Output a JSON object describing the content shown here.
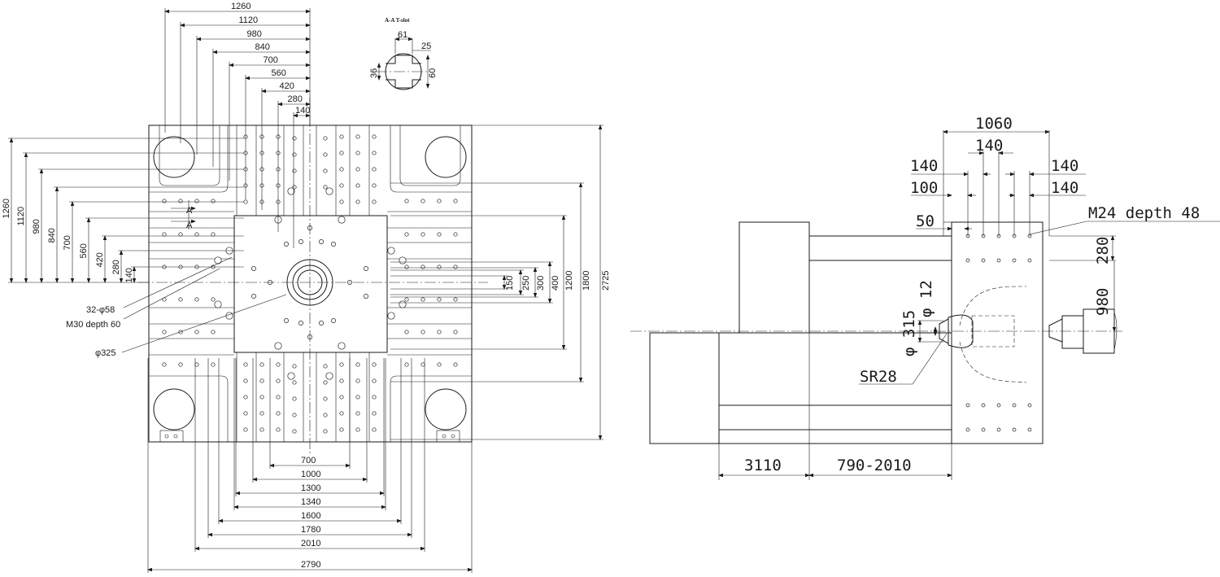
{
  "platen_view": {
    "top_dims": [
      "1260",
      "1120",
      "980",
      "840",
      "700",
      "560",
      "420",
      "280",
      "140"
    ],
    "left_dims": [
      "1260",
      "1120",
      "980",
      "840",
      "700",
      "560",
      "420",
      "280",
      "140"
    ],
    "right_dims": [
      "150",
      "250",
      "300",
      "400",
      "1200",
      "1800",
      "2725"
    ],
    "bottom_dims": [
      "700",
      "1000",
      "1300",
      "1340",
      "1600",
      "1780",
      "2010",
      "2790"
    ],
    "callouts": {
      "holes": "32-φ58",
      "thread": "M30 depth 60",
      "ring": "φ325"
    },
    "section_marker": "A"
  },
  "tslot_detail": {
    "title": "A-A  T-slot",
    "width_top": "61",
    "width_slot": "25",
    "depth": "36",
    "height": "60"
  },
  "side_view": {
    "dims": {
      "overall": "1060",
      "pitch_top_center": "140",
      "pitch_left": "140",
      "pitch_right": "140",
      "offset_left": "100",
      "pitch_right_2": "140",
      "edge": "50",
      "thread": "M24 depth 48",
      "v_pitch": "280",
      "v_span": "980",
      "ring_dia": "φ 315",
      "nozzle_dia": "φ 12",
      "sphere": "SR28",
      "stroke_a": "3110",
      "stroke_b": "790-2010"
    }
  }
}
